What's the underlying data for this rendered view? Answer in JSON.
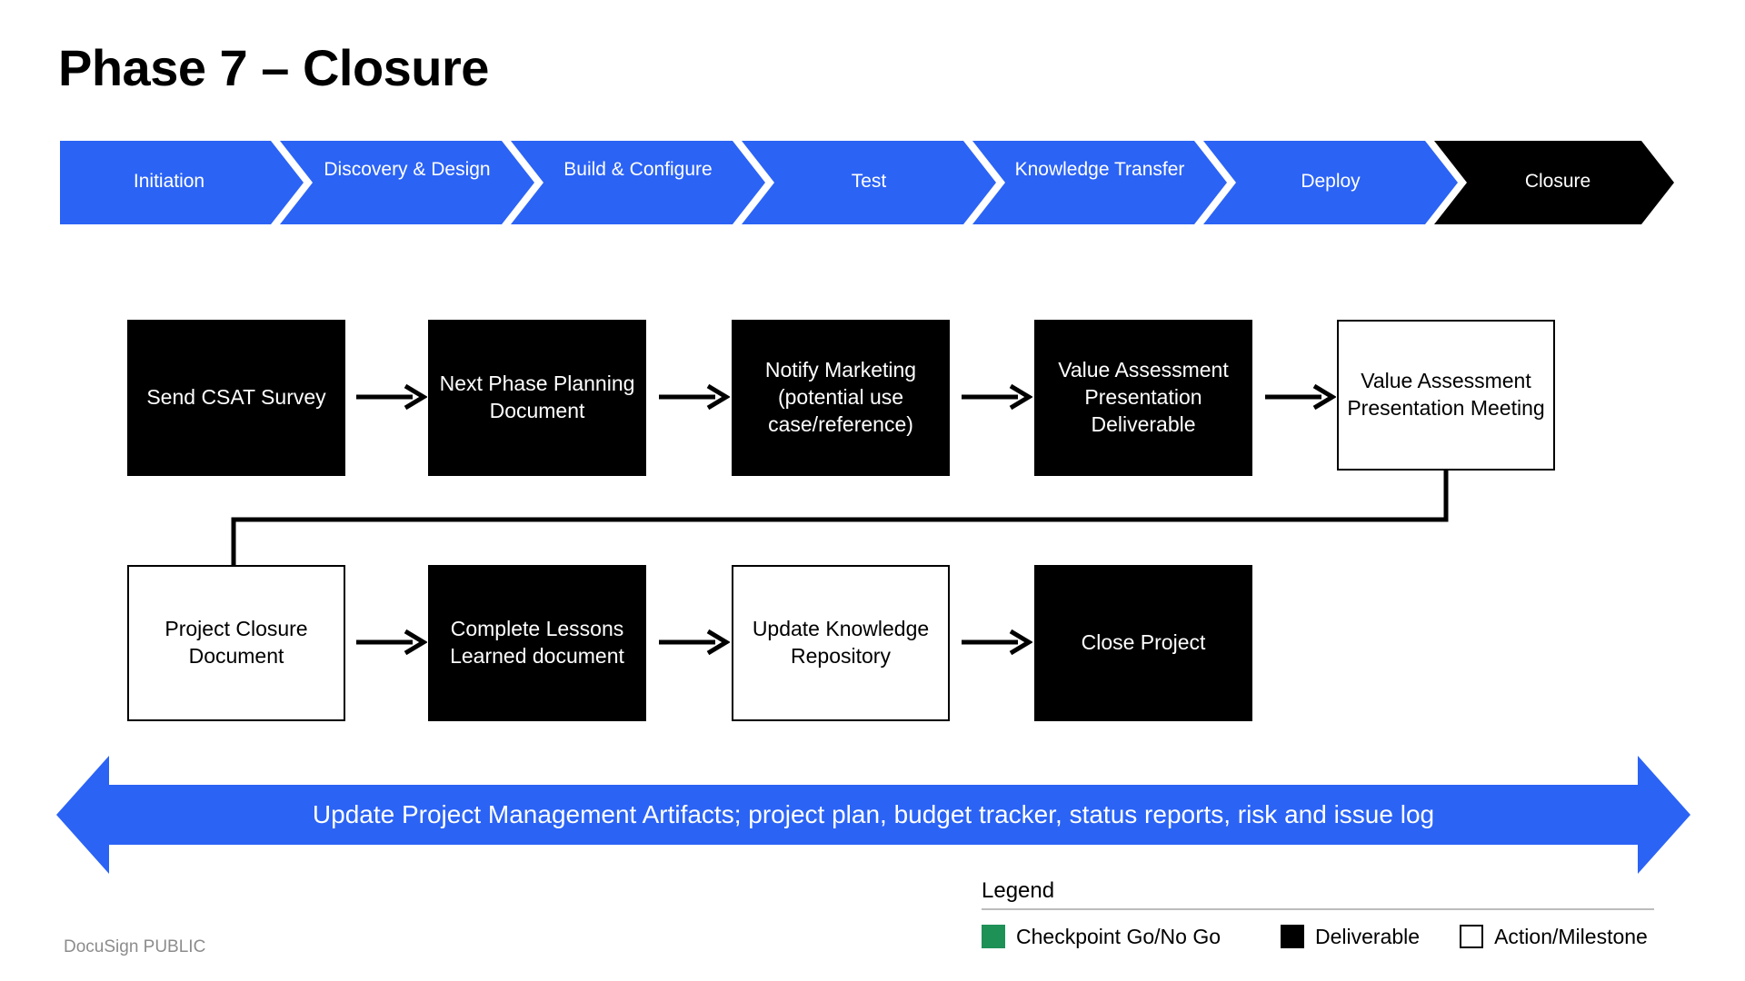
{
  "slide": {
    "title": "Phase 7 – Closure",
    "footer_classification": "DocuSign PUBLIC"
  },
  "colors": {
    "brand_blue": "#2B63F5",
    "active_phase": "#000000",
    "legend_green": "#1E9157",
    "deliverable": "#000000",
    "milestone_border": "#000000",
    "footer_text": "#8C8C8C"
  },
  "phase_band": {
    "phases": [
      {
        "label": "Initiation",
        "state": "inactive"
      },
      {
        "label": "Discovery & Design",
        "state": "inactive"
      },
      {
        "label": "Build & Configure",
        "state": "inactive"
      },
      {
        "label": "Test",
        "state": "inactive"
      },
      {
        "label": "Knowledge Transfer",
        "state": "inactive"
      },
      {
        "label": "Deploy",
        "state": "inactive"
      },
      {
        "label": "Closure",
        "state": "active"
      }
    ]
  },
  "flow": {
    "row1": [
      {
        "label": "Send CSAT Survey",
        "type": "deliverable"
      },
      {
        "label": "Next Phase Planning Document",
        "type": "deliverable"
      },
      {
        "label": "Notify Marketing (potential use case/reference)",
        "type": "deliverable"
      },
      {
        "label": "Value Assessment Presentation Deliverable",
        "type": "deliverable"
      },
      {
        "label": "Value Assessment Presentation Meeting",
        "type": "milestone"
      }
    ],
    "row2": [
      {
        "label": "Project Closure Document",
        "type": "milestone"
      },
      {
        "label": "Complete Lessons Learned document",
        "type": "deliverable"
      },
      {
        "label": "Update Knowledge Repository",
        "type": "milestone"
      },
      {
        "label": "Close Project",
        "type": "deliverable"
      }
    ]
  },
  "banner": {
    "label": "Update Project Management Artifacts; project plan, budget tracker, status reports, risk and issue log"
  },
  "legend": {
    "title": "Legend",
    "items": [
      {
        "label": "Checkpoint Go/No Go",
        "swatch": "green"
      },
      {
        "label": "Deliverable",
        "swatch": "black"
      },
      {
        "label": "Action/Milestone",
        "swatch": "white"
      }
    ]
  }
}
